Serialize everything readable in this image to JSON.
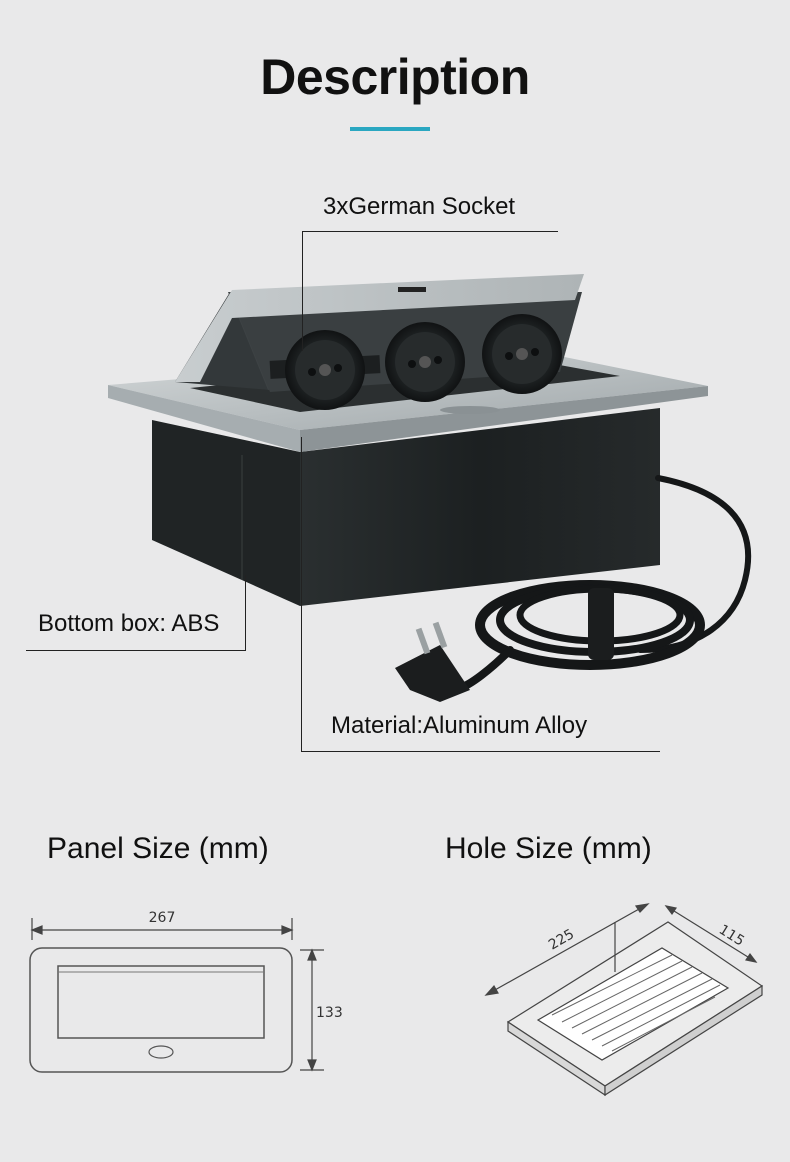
{
  "header": {
    "title": "Description",
    "accent_color": "#2aa7c1"
  },
  "callouts": {
    "sockets": "3xGerman Socket",
    "bottom_box": "Bottom box: ABS",
    "material": "Material:Aluminum Alloy"
  },
  "panel_size": {
    "title": "Panel Size (mm)",
    "width": "267",
    "height": "133"
  },
  "hole_size": {
    "title": "Hole Size (mm)",
    "length": "225",
    "width": "115"
  },
  "product": {
    "icon": "pop-up-socket-box-image"
  }
}
